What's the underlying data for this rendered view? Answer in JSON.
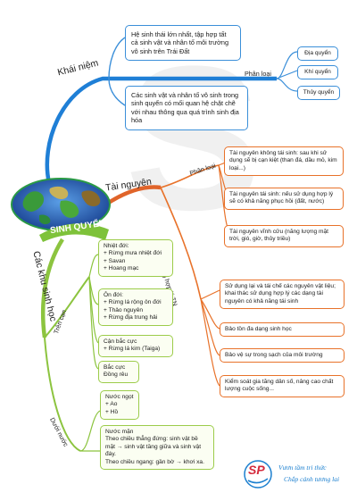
{
  "center": {
    "title": "SINH QUYỂN"
  },
  "khai_niem": {
    "label": "Khái niệm",
    "def1": "Hệ sinh thái lớn nhất, tập hợp tất cả sinh vật và nhân tố môi trường vô sinh trên Trái Đất",
    "def2": "Các sinh vật và nhân tố vô sinh trong sinh quyển có mối quan hệ chặt chẽ với nhau thông qua quá trình sinh địa hóa",
    "phan_loai_label": "Phân loại",
    "types": [
      "Địa quyển",
      "Khí quyển",
      "Thủy quyển"
    ]
  },
  "tai_nguyen": {
    "label": "Tài nguyên",
    "phan_loai_label": "Phân loại",
    "su_dung_label": "Sử dụng hợp lý TN",
    "types": [
      "Tài nguyên không tái sinh: sau khi sử dụng sẽ bị cạn kiệt (than đá, dầu mỏ, kim loại...)",
      "Tài nguyên tái sinh: nếu sử dụng hợp lý sẽ có khả năng phục hồi (đất, nước)",
      "Tài nguyên vĩnh cửu (năng lượng mặt trời, gió, giờ, thủy triều)"
    ],
    "uses": [
      "Sử dụng lại và tái chế các nguyên vật liệu; khai thác sử dụng hợp lý các dạng tài nguyên có khả năng tái sinh",
      "Bảo tồn đa dạng sinh học",
      "Bảo vệ sự trong sạch của môi trường",
      "Kiểm soát gia tăng dân số, nâng cao chất lượng cuộc sống..."
    ]
  },
  "khu_sinh_hoc": {
    "label": "Các khu sinh học",
    "tren_can_label": "Trên cạn",
    "duoi_nuoc_label": "Dưới nước",
    "tren_can": [
      "Nhiệt đới:\n+ Rừng mưa nhiệt đới\n+ Savan\n+ Hoang mạc",
      "Ôn đới:\n+ Rừng lá rộng ôn đới\n+ Thảo nguyên\n+ Rừng địa trung hải",
      "Cận bắc cực\n+ Rừng lá kim (Taiga)",
      "Bắc cực\nĐồng rêu"
    ],
    "duoi_nuoc": [
      "Nước ngọt\n+ Ao\n+ Hồ",
      "Nước mặn\nTheo chiều thẳng đứng: sinh vật bề mặt → sinh vật tầng giữa và sinh vật đáy.\nTheo chiều ngang: gần bờ → khơi xa."
    ]
  },
  "logo": {
    "mark": "SP",
    "slogan1": "Vươn tầm tri thức",
    "slogan2": "Chắp cánh tương lai"
  },
  "colors": {
    "blue": "#3b8fd9",
    "orange": "#e8722a",
    "green": "#8cc43f",
    "red": "#d42a3c"
  }
}
